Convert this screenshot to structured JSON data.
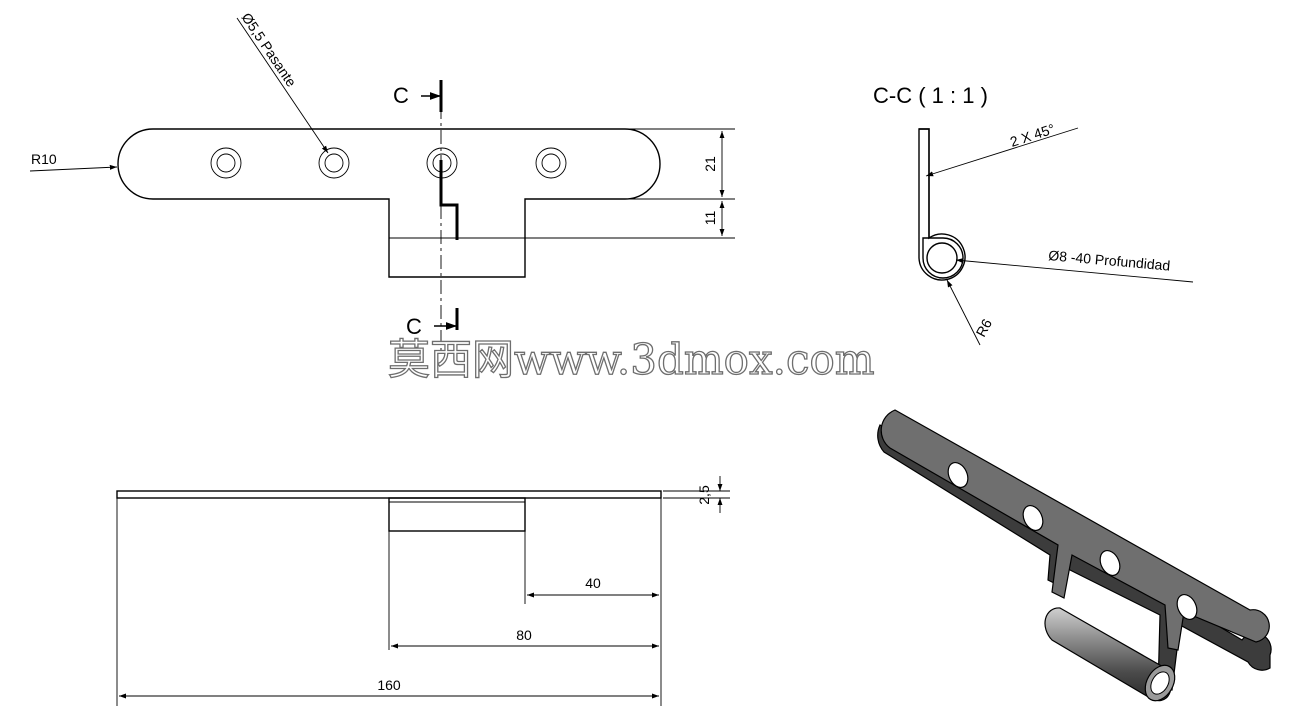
{
  "front_view": {
    "radius_label": "R10",
    "hole_label": "Ø5,5 Pasante",
    "section_letter_top": "C",
    "section_letter_bottom": "C",
    "dim_height_main": "21",
    "dim_height_tab": "11"
  },
  "section_view": {
    "title": "C-C ( 1 : 1 )",
    "chamfer_label": "2 X 45°",
    "bore_label": "Ø8 -40 Profundidad",
    "radius_label": "R6"
  },
  "top_view": {
    "dim_thickness": "2,5",
    "dim_40": "40",
    "dim_80": "80",
    "dim_160": "160"
  },
  "watermark": {
    "text": "莫西网www.3dmox.com"
  },
  "colors": {
    "line": "#000000",
    "iso_top_face": "#6f6f6f",
    "iso_side_face": "#3c3c3c",
    "watermark_outline": "#6e6e6e"
  }
}
